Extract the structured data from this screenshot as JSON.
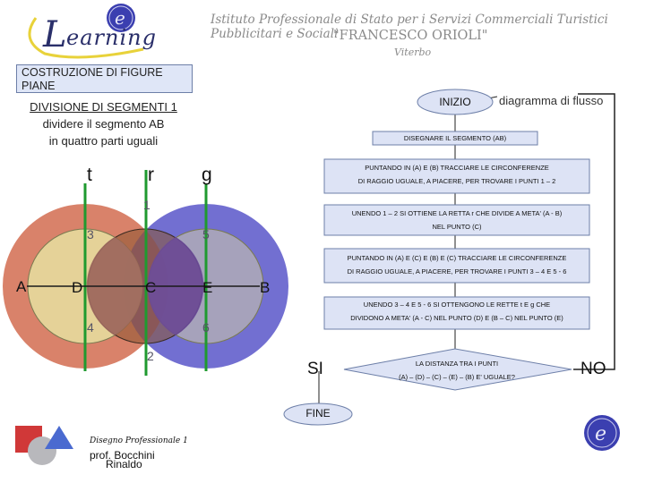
{
  "header": {
    "logo_text": "earning",
    "logo_initial": "L",
    "school_line1": "Istituto Professionale di Stato per i Servizi Commerciali Turistici Pubblicitari e Sociali",
    "school_line2": "\"FRANCESCO ORIOLI\"",
    "school_line3": "Viterbo"
  },
  "lesson": {
    "title": "COSTRUZIONE DI FIGURE PIANE",
    "subtitle": "DIVISIONE DI SEGMENTI 1",
    "task_line1": "dividere il segmento AB",
    "task_line2": "in quattro parti uguali"
  },
  "construction": {
    "line_labels": [
      "t",
      "r",
      "g"
    ],
    "intersection_numbers": [
      "1",
      "2",
      "3",
      "4",
      "5",
      "6"
    ],
    "points": [
      "A",
      "D",
      "C",
      "E",
      "B"
    ],
    "colors": {
      "big_left": "#d9826a",
      "big_right": "#6a67cf",
      "small_yellow": "#e6e0a0",
      "small_brown": "#8a5530",
      "lines": "#1f9a2f",
      "segment": "#1a1a1a"
    }
  },
  "flowchart": {
    "caption": "diagramma di flusso",
    "start": "INIZIO",
    "step1": "DISEGNARE IL SEGMENTO (AB)",
    "step2_line1": "PUNTANDO IN (A) E (B) TRACCIARE LE CIRCONFERENZE",
    "step2_line2": "DI RAGGIO UGUALE, A PIACERE, PER TROVARE I PUNTI 1 – 2",
    "step3_line1": "UNENDO 1 – 2 SI OTTIENE LA RETTA r CHE DIVIDE A META' (A - B)",
    "step3_line2": "NEL PUNTO (C)",
    "step4_line1": "PUNTANDO IN (A) E (C) E (B) E (C) TRACCIARE LE CIRCONFERENZE",
    "step4_line2": "DI RAGGIO UGUALE, A PIACERE, PER TROVARE I PUNTI 3 – 4 E 5 - 6",
    "step5_line1": "UNENDO 3 – 4 E 5 - 6 SI OTTENGONO LE RETTE t E g CHE",
    "step5_line2": "DIVIDONO A META' (A - C) NEL PUNTO (D) E (B – C) NEL PUNTO (E)",
    "decision_line1": "LA DISTANZA TRA I PUNTI",
    "decision_line2": "(A) – (D) – (C) – (E) – (B) E' UGUALE?",
    "yes_label": "SI",
    "no_label": "NO",
    "end": "FINE"
  },
  "footer": {
    "course": "Disegno Professionale 1",
    "teacher": "prof. Bocchini",
    "teacher_name": "Rinaldo"
  }
}
